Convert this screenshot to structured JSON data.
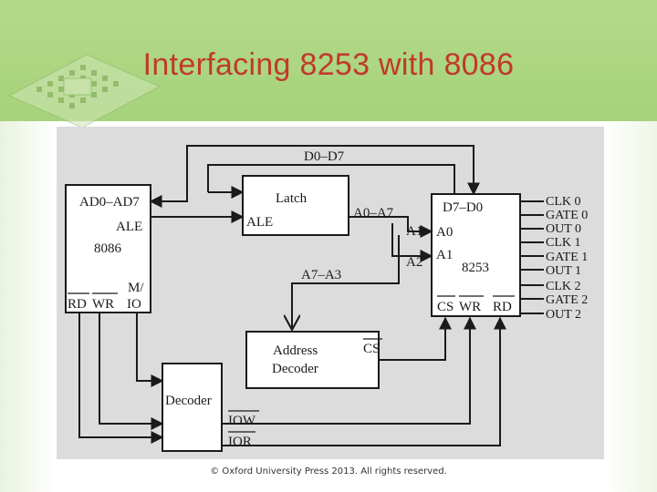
{
  "slide": {
    "title": "Interfacing 8253 with 8086",
    "footer": "© Oxford University Press 2013. All rights reserved."
  },
  "diagram": {
    "bus_label": "D0–D7",
    "cpu": {
      "name": "8086",
      "ad_pins": "AD0–AD7",
      "ale": "ALE",
      "mio_top": "M/",
      "mio_bottom": "IO",
      "rd": "RD",
      "wr": "WR"
    },
    "latch": {
      "name": "Latch",
      "ale": "ALE"
    },
    "a0_a7": "A0–A7",
    "a1_line": "A1",
    "a2_line": "A2",
    "a7_a3": "A7–A3",
    "address_decoder": {
      "line1": "Address",
      "line2": "Decoder",
      "cs": "CS"
    },
    "decoder": {
      "name": "Decoder",
      "iow": "IOW",
      "ior": "IOR"
    },
    "timer": {
      "name": "8253",
      "data": "D7–D0",
      "a0": "A0",
      "a1": "A1",
      "cs": "CS",
      "wr": "WR",
      "rd": "RD"
    },
    "timer_pins": [
      "CLK 0",
      "GATE 0",
      "OUT 0",
      "CLK 1",
      "GATE 1",
      "OUT 1",
      "CLK 2",
      "GATE 2",
      "OUT 2"
    ]
  }
}
